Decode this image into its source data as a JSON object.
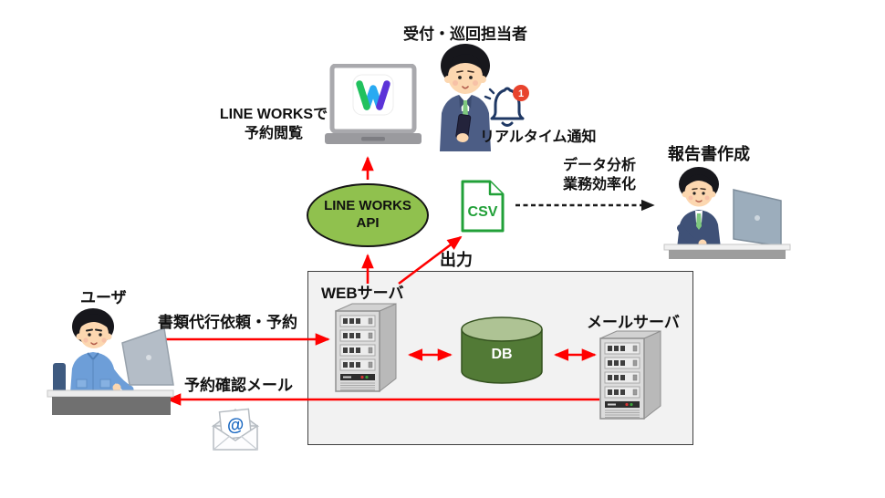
{
  "diagram": {
    "actors": {
      "staff": {
        "label": "受付・巡回担当者"
      },
      "reporter": {
        "label": "報告書作成"
      },
      "user": {
        "label": "ユーザ"
      }
    },
    "annotations": {
      "line_works_view": {
        "line1": "LINE WORKSで",
        "line2": "予約閲覧"
      },
      "realtime": {
        "label": "リアルタイム通知",
        "badge": "1"
      },
      "analysis": {
        "line1": "データ分析",
        "line2": "業務効率化"
      },
      "output": {
        "label": "出力"
      },
      "request": {
        "label": "書類代行依頼・予約"
      },
      "confirm_mail": {
        "label": "予約確認メール"
      }
    },
    "nodes": {
      "api": {
        "line1": "LINE WORKS",
        "line2": "API",
        "fill": "#90c14e"
      },
      "csv": {
        "label": "CSV",
        "color": "#21a038"
      },
      "web_server": {
        "label": "WEBサーバ"
      },
      "db": {
        "label": "DB",
        "body_color": "#527a36",
        "top_color": "#aec394"
      },
      "mail_server": {
        "label": "メールサーバ"
      }
    },
    "colors": {
      "arrow_red": "#ff0000",
      "dashed_arrow": "#1a1a1a",
      "box_fill": "#f2f2f2",
      "box_border": "#3f3f3f",
      "badge_red": "#e8432d",
      "bell_navy": "#1f3864",
      "at_blue": "#1565c0",
      "lineworks_green": "#21c15e",
      "lineworks_blue": "#29aaf2",
      "lineworks_purple": "#5b33d8"
    },
    "icons": [
      "lineworks-laptop-icon",
      "bell-notification-icon",
      "csv-file-icon",
      "email-envelope-icon",
      "server-tower-icon",
      "database-icon"
    ]
  }
}
